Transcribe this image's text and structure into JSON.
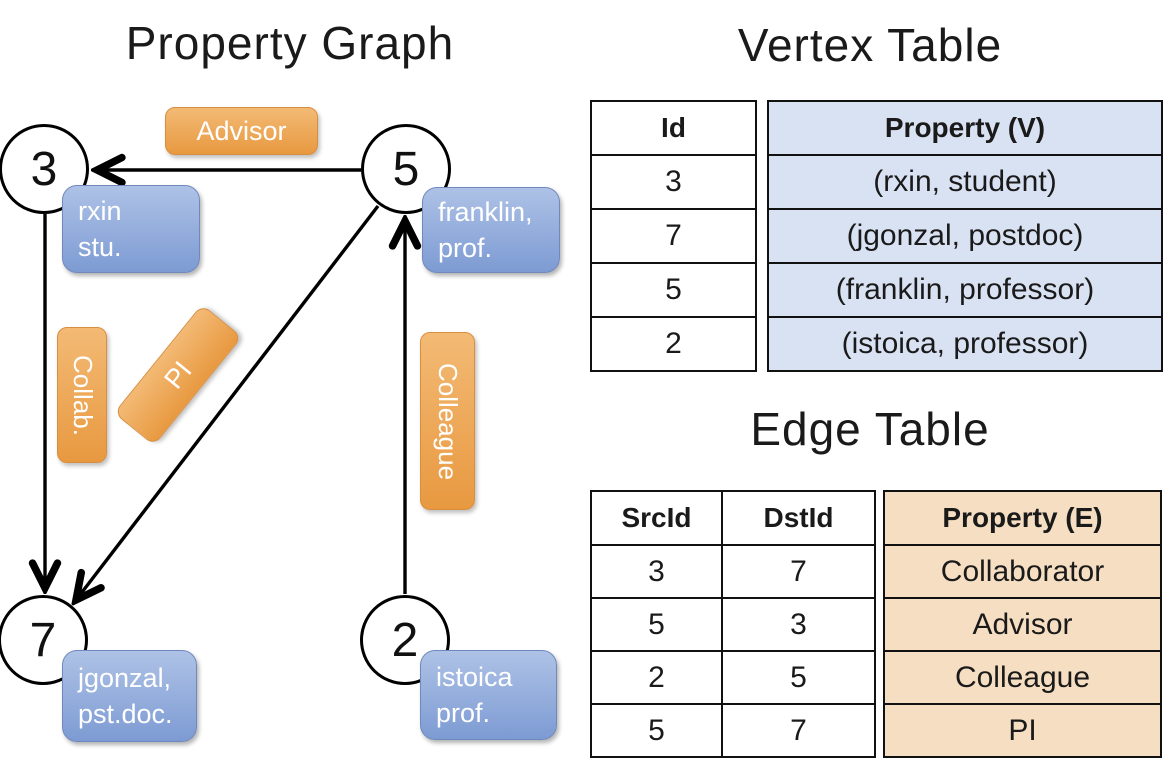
{
  "graph": {
    "title": "Property Graph",
    "nodes": [
      {
        "id": "3",
        "property_line1": "rxin",
        "property_line2": "stu."
      },
      {
        "id": "5",
        "property_line1": "franklin,",
        "property_line2": "prof."
      },
      {
        "id": "7",
        "property_line1": "jgonzal,",
        "property_line2": "pst.doc."
      },
      {
        "id": "2",
        "property_line1": "istoica",
        "property_line2": "prof."
      }
    ],
    "edge_labels": {
      "advisor": "Advisor",
      "collab": "Collab.",
      "pi": "PI",
      "colleague": "Colleague"
    }
  },
  "vertex_table": {
    "title": "Vertex Table",
    "columns": [
      "Id",
      "Property (V)"
    ],
    "rows": [
      [
        "3",
        "(rxin, student)"
      ],
      [
        "7",
        "(jgonzal, postdoc)"
      ],
      [
        "5",
        "(franklin, professor)"
      ],
      [
        "2",
        "(istoica, professor)"
      ]
    ]
  },
  "edge_table": {
    "title": "Edge Table",
    "columns": [
      "SrcId",
      "DstId",
      "Property (E)"
    ],
    "rows": [
      [
        "3",
        "7",
        "Collaborator"
      ],
      [
        "5",
        "3",
        "Advisor"
      ],
      [
        "2",
        "5",
        "Colleague"
      ],
      [
        "5",
        "7",
        "PI"
      ]
    ]
  },
  "colors": {
    "vertex_property_fill": "#D9E2F3",
    "edge_property_fill": "#F6DEC2",
    "edge_label_orange_top": "#F3BA75",
    "edge_label_orange_bottom": "#E89940",
    "node_property_blue_top": "#AEC2E6",
    "node_property_blue_bottom": "#7D9BD3"
  }
}
